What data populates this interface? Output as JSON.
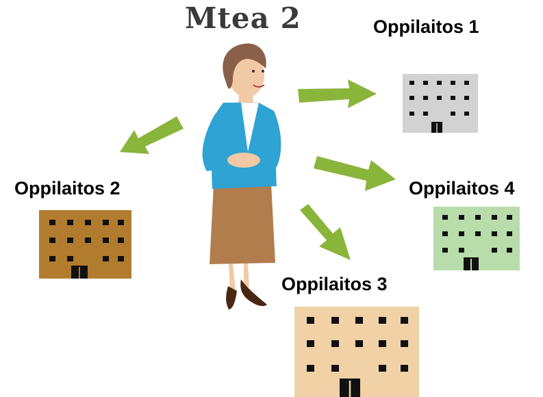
{
  "title": "Mtea 2",
  "schools": [
    {
      "label": "Oppilaitos 1",
      "color": "#d2d2d2"
    },
    {
      "label": "Oppilaitos 2",
      "color": "#b27c2f"
    },
    {
      "label": "Oppilaitos 3",
      "color": "#f1d2a6"
    },
    {
      "label": "Oppilaitos 4",
      "color": "#b8ddab"
    }
  ],
  "colors": {
    "arrow": "#8ab53b",
    "jacket": "#2ea3d4",
    "skirt": "#b17d4d"
  }
}
